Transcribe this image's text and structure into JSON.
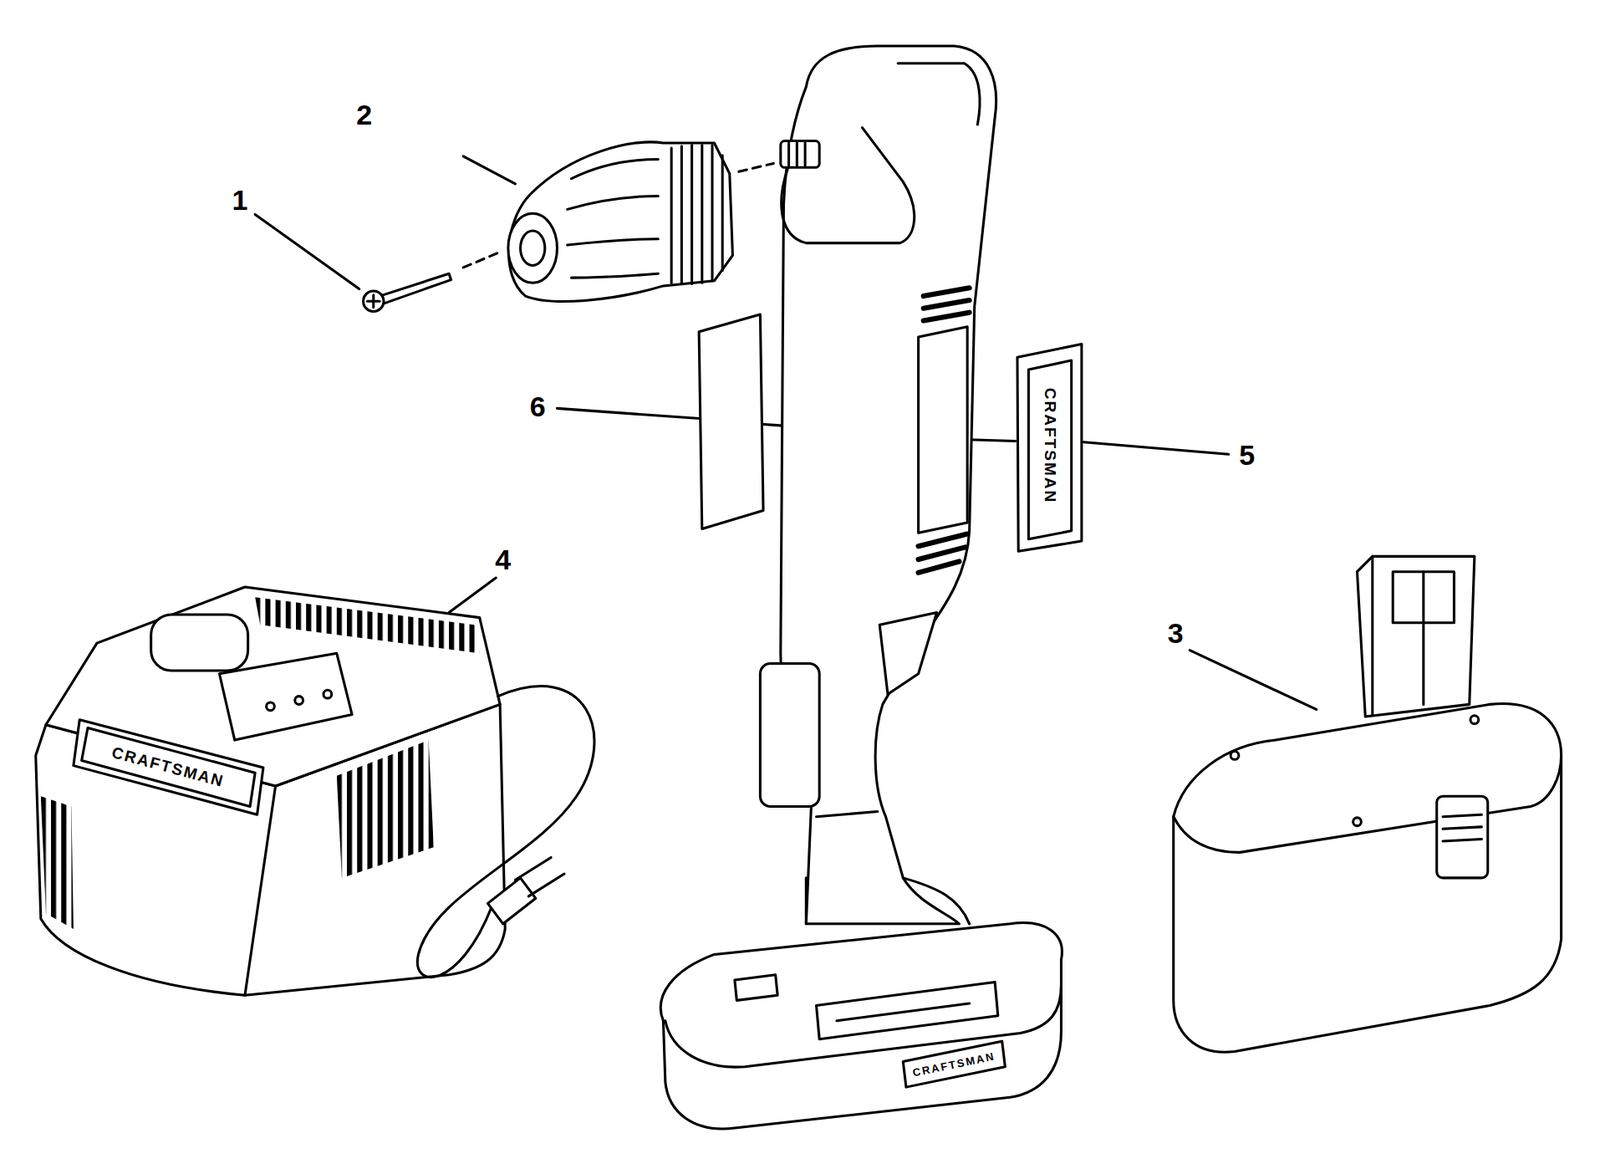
{
  "diagram": {
    "labels": [
      "2",
      "1",
      "6",
      "CRAFTSMAN",
      "5",
      "4",
      "3",
      "CRAFTSMAN",
      "CRAFTSMAN"
    ]
  }
}
